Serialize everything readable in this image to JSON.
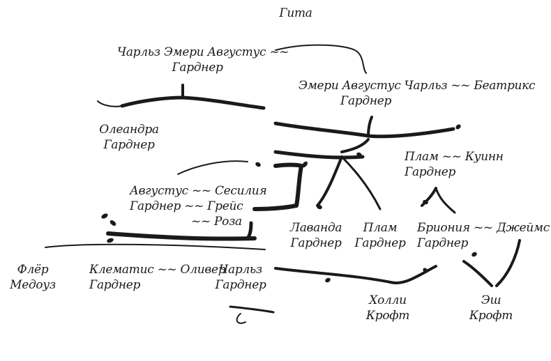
{
  "tree": {
    "gita": "Гита",
    "charles_senior": {
      "line1": "Чарльз Эмери Августус ~~",
      "line2": "Гарднер"
    },
    "emery": {
      "line1": "Эмери Августус Чарльз ~~ Беатрикс",
      "line2": "Гарднер"
    },
    "oleandra": {
      "line1": "Олеандра",
      "line2": "Гарднер"
    },
    "plum_senior": {
      "line1": "Плам ~~ Куинн",
      "line2": "Гарднер"
    },
    "augustus": {
      "line1": "Августус ~~ Сесилия",
      "line2": "Гарднер ~~ Грейс",
      "line3": "~~ Роза"
    },
    "lavanda": {
      "line1": "Лаванда",
      "line2": "Гарднер"
    },
    "plum_junior": {
      "line1": "Плам",
      "line2": "Гарднер"
    },
    "brionia": {
      "line1": "Бриония ~~ Джеймс",
      "line2": "Гарднер"
    },
    "fleur": {
      "line1": "Флёр",
      "line2": "Медоуз"
    },
    "clematis": {
      "line1": "Клематис ~~ Оливер",
      "line2": "Гарднер"
    },
    "charles_junior": {
      "line1": "Чарльз",
      "line2": "Гарднер"
    },
    "holly": {
      "line1": "Холли",
      "line2": "Крофт"
    },
    "ash": {
      "line1": "Эш",
      "line2": "Крофт"
    }
  }
}
